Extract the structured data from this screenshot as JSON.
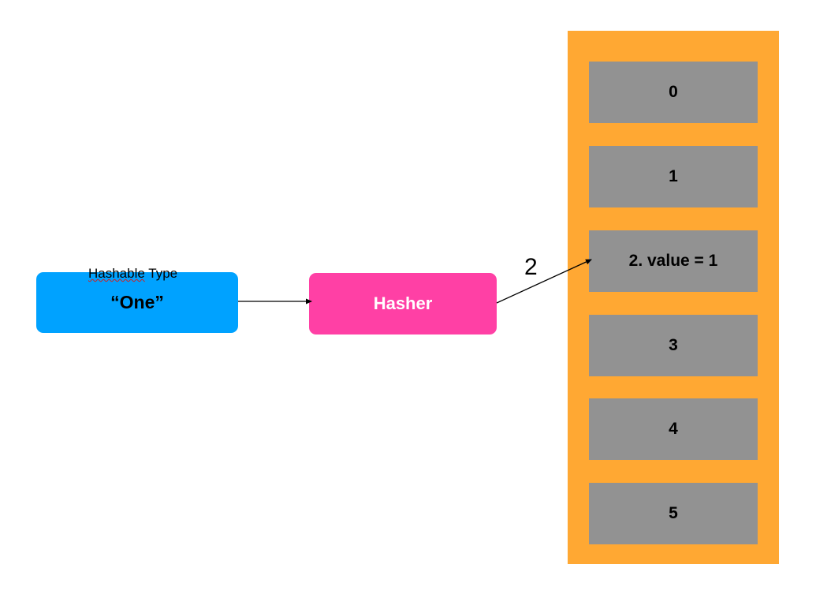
{
  "input": {
    "caption_part1": "Hashable",
    "caption_part2": " Type",
    "value": "“One”",
    "color": "#00a2ff"
  },
  "hasher": {
    "label": "Hasher",
    "color": "#ff40a5"
  },
  "edge": {
    "label": "2"
  },
  "table": {
    "color": "#ffa833",
    "slot_color": "#929292",
    "slots": [
      "0",
      "1",
      "2. value = 1",
      "3",
      "4",
      "5"
    ]
  }
}
